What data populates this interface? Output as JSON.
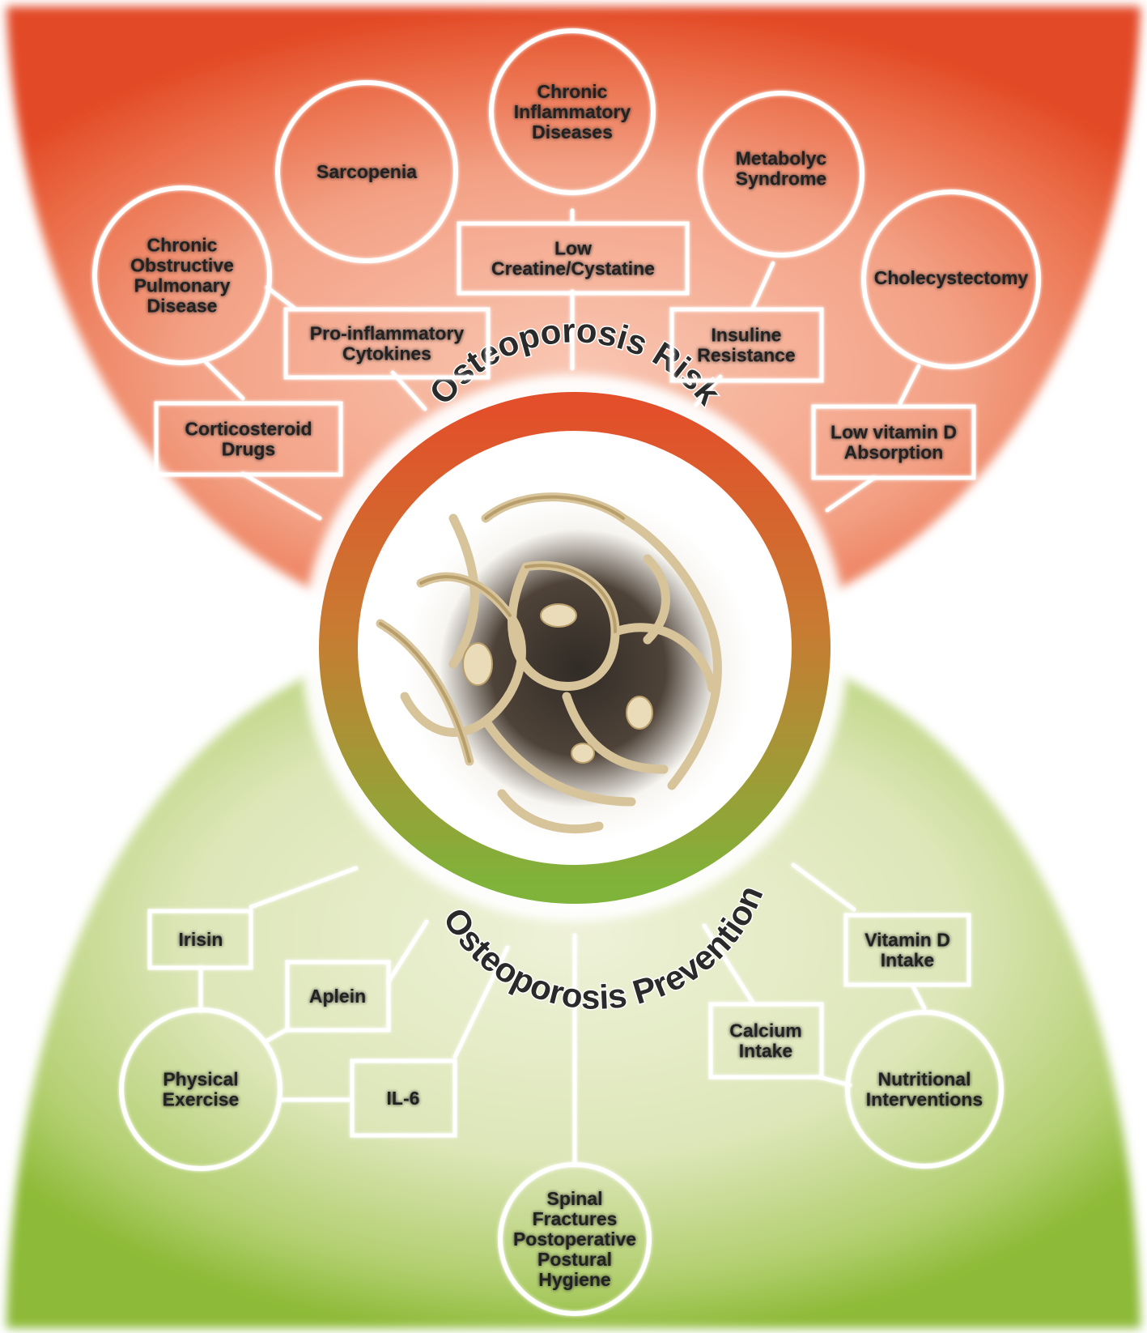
{
  "colors": {
    "risk_outer": "#e5512f",
    "risk_inner": "#f7b29a",
    "prevention_outer": "#8fbb3b",
    "prevention_inner": "#e8edc9",
    "node_stroke": "#ffffff",
    "text": "#222222"
  },
  "center": {
    "image_icon": "trabecular-bone-illustration",
    "risk_title": "Osteoporosis Risk",
    "prevention_title": "Osteoporosis Prevention"
  },
  "risk_nodes": {
    "chronic_inflammatory": [
      "Chronic",
      "Inflammatory",
      "Diseases"
    ],
    "sarcopenia": [
      "Sarcopenia"
    ],
    "metabolic": [
      "Metabolyc",
      "Syndrome"
    ],
    "copd": [
      "Chronic",
      "Obstructive",
      "Pulmonary",
      "Disease"
    ],
    "cholecystectomy": [
      "Cholecystectomy"
    ]
  },
  "risk_mediators": {
    "low_creatine": [
      "Low",
      "Creatine/Cystatine"
    ],
    "pro_inflammatory": [
      "Pro-inflammatory",
      "Cytokines"
    ],
    "insuline": [
      "Insuline",
      "Resistance"
    ],
    "corticosteroid": [
      "Corticosteroid",
      "Drugs"
    ],
    "low_vitamin_d": [
      "Low vitamin D",
      "Absorption"
    ]
  },
  "prevention_nodes": {
    "physical_exercise": [
      "Physical",
      "Exercise"
    ],
    "nutritional": [
      "Nutritional",
      "Interventions"
    ],
    "spinal": [
      "Spinal",
      "Fractures",
      "Postoperative",
      "Postural",
      "Hygiene"
    ]
  },
  "prevention_mediators": {
    "irisin": [
      "Irisin"
    ],
    "aplein": [
      "Aplein"
    ],
    "il6": [
      "IL-6"
    ],
    "vitamin_d_intake": [
      "Vitamin D",
      "Intake"
    ],
    "calcium": [
      "Calcium",
      "Intake"
    ]
  }
}
